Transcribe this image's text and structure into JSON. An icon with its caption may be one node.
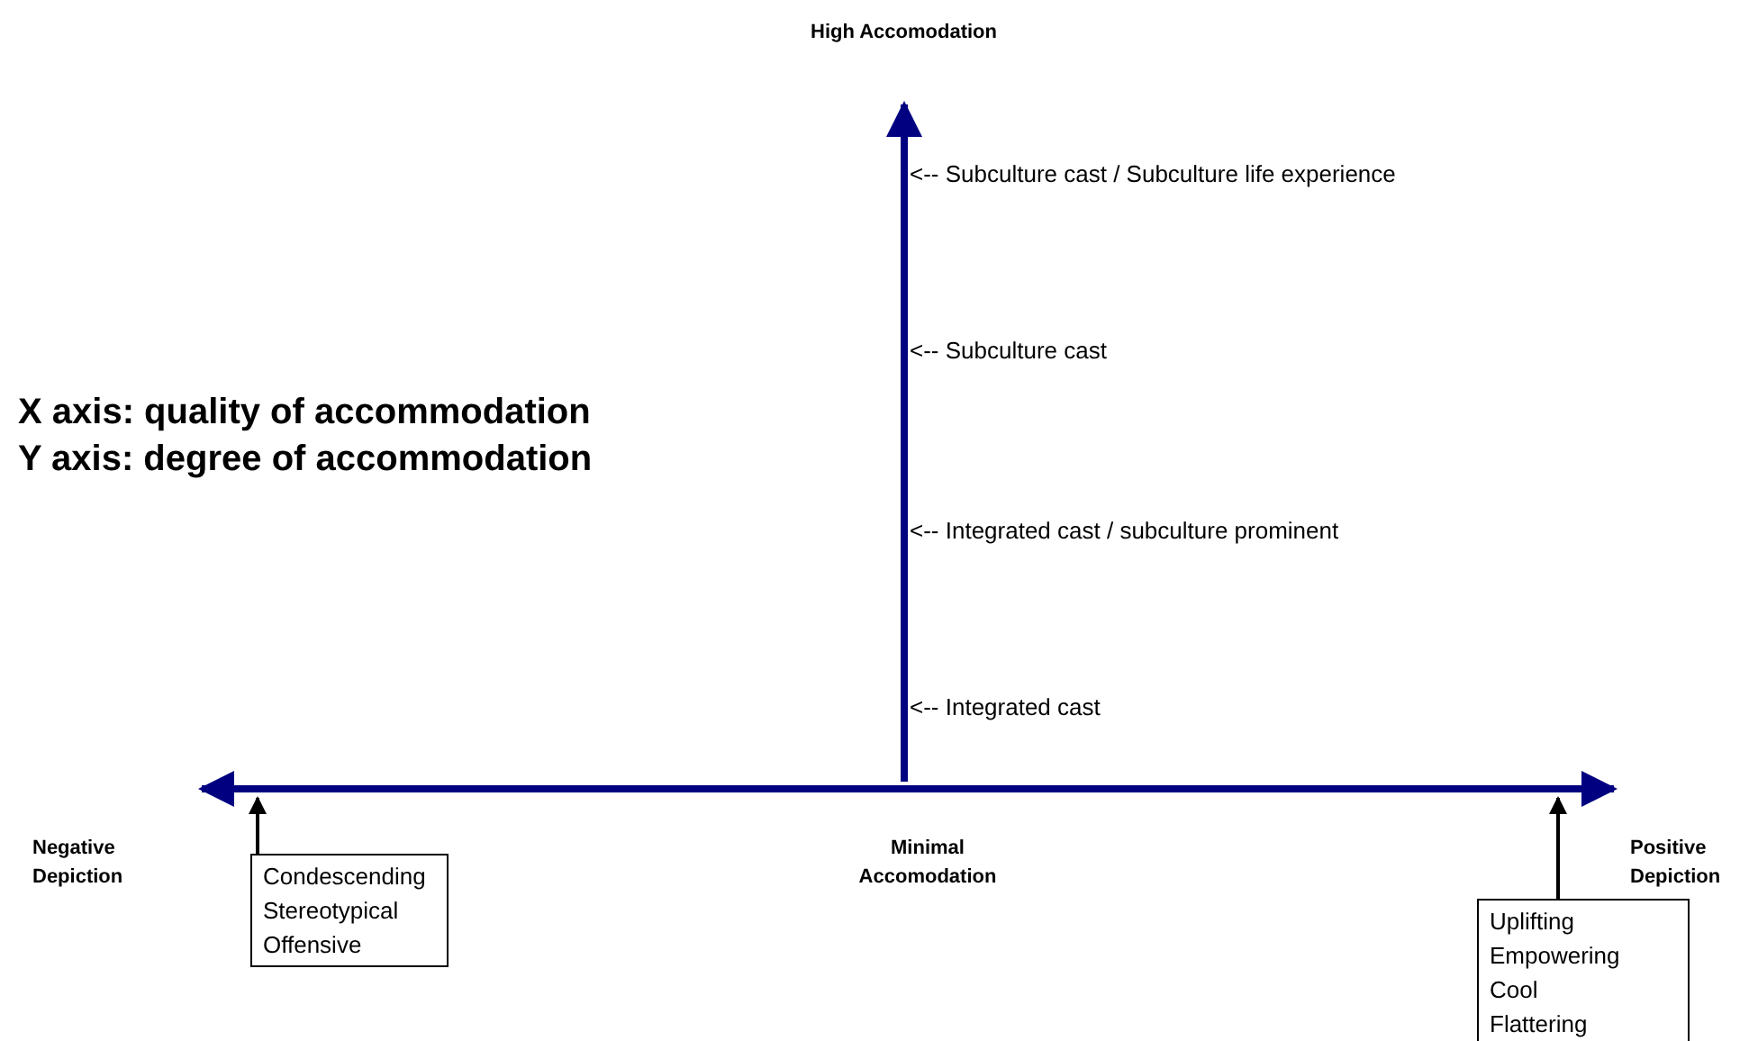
{
  "diagram": {
    "nodes": [
      {
        "text": [
          "Condescending",
          "Stereotypical",
          "Offensive"
        ]
      },
      {
        "text": [
          "Uplifting",
          "Empowering",
          "Cool",
          "Flattering"
        ]
      }
    ],
    "edges": [
      {
        "from": 0,
        "to": null,
        "arrow": "to"
      },
      {
        "from": 1,
        "to": null,
        "arrow": "to"
      }
    ],
    "labels": [
      "High Accomodation",
      "<-- Subculture cast / Subculture life experience",
      "X axis: quality of accommodation",
      "Y axis: degree of accommodation",
      "<-- Subculture cast",
      "<-- Integrated cast / subculture prominent",
      "<-- Integrated cast",
      "Negative Depiction",
      "Minimal Accomodation",
      "Positive Depiction"
    ]
  }
}
